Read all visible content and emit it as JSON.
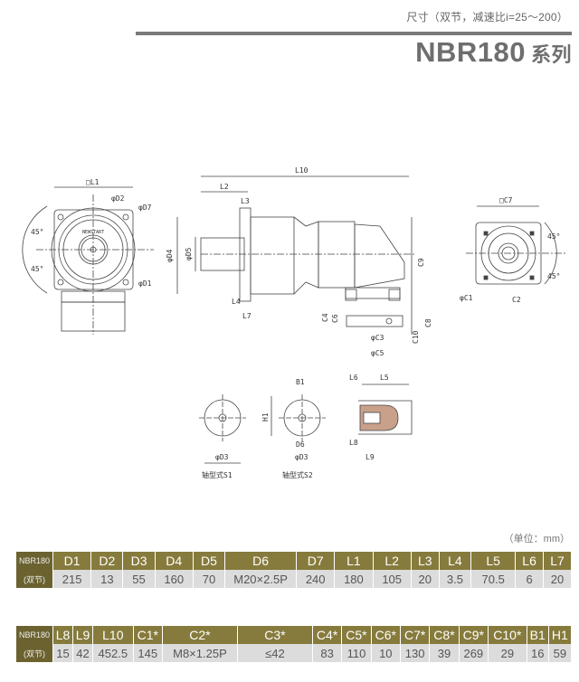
{
  "header": {
    "subtitle": "尺寸（双节，减速比i=25～200）",
    "title": "NBR180",
    "title_suffix": "系列"
  },
  "drawing": {
    "front_view_labels": {
      "L1": "□L1",
      "D2": "φD2",
      "D7": "φD7",
      "D1": "φD1",
      "angle_top": "45°",
      "angle_bottom": "45°",
      "brand": "NEWSTART"
    },
    "side_view_labels": {
      "L10": "L10",
      "L2": "L2",
      "L3": "L3",
      "D4": "φD4",
      "D5": "φD5",
      "L4": "L4",
      "L7": "L7",
      "C4": "C4",
      "C6": "C6",
      "C3": "φC3",
      "C5": "φC5",
      "C8": "C8",
      "C10": "C10",
      "C9": "C9"
    },
    "flange_view_labels": {
      "C7": "□C7",
      "C1": "φC1",
      "C2": "C2",
      "angle_top": "45°",
      "angle_bottom": "45°"
    },
    "shaft_s1": {
      "D3": "φD3",
      "caption": "轴型式S1"
    },
    "shaft_s2": {
      "B1": "B1",
      "H1": "H1",
      "D6": "D6",
      "D3": "φD3",
      "caption": "轴型式S2"
    },
    "shaft_detail": {
      "L6": "L6",
      "L5": "L5",
      "L8": "L8",
      "L9": "L9"
    }
  },
  "unit_note": "（单位：mm）",
  "table1": {
    "model_line1": "NBR180",
    "model_line2": "(双节)",
    "headers": [
      "D1",
      "D2",
      "D3",
      "D4",
      "D5",
      "D6",
      "D7",
      "L1",
      "L2",
      "L3",
      "L4",
      "L5",
      "L6",
      "L7"
    ],
    "values": [
      "215",
      "13",
      "55",
      "160",
      "70",
      "M20×2.5P",
      "240",
      "180",
      "105",
      "20",
      "3.5",
      "70.5",
      "6",
      "20"
    ]
  },
  "table2": {
    "model_line1": "NBR180",
    "model_line2": "(双节)",
    "headers": [
      "L8",
      "L9",
      "L10",
      "C1*",
      "C2*",
      "C3*",
      "C4*",
      "C5*",
      "C6*",
      "C7*",
      "C8*",
      "C9*",
      "C10*",
      "B1",
      "H1"
    ],
    "values": [
      "15",
      "42",
      "452.5",
      "145",
      "M8×1.25P",
      "≤42",
      "83",
      "110",
      "10",
      "130",
      "39",
      "269",
      "29",
      "16",
      "59"
    ]
  },
  "colors": {
    "header_cell": "#867b3c",
    "model_cell": "#6b6230",
    "value_cell": "#dcdcdc",
    "title": "#6e6e6e"
  }
}
